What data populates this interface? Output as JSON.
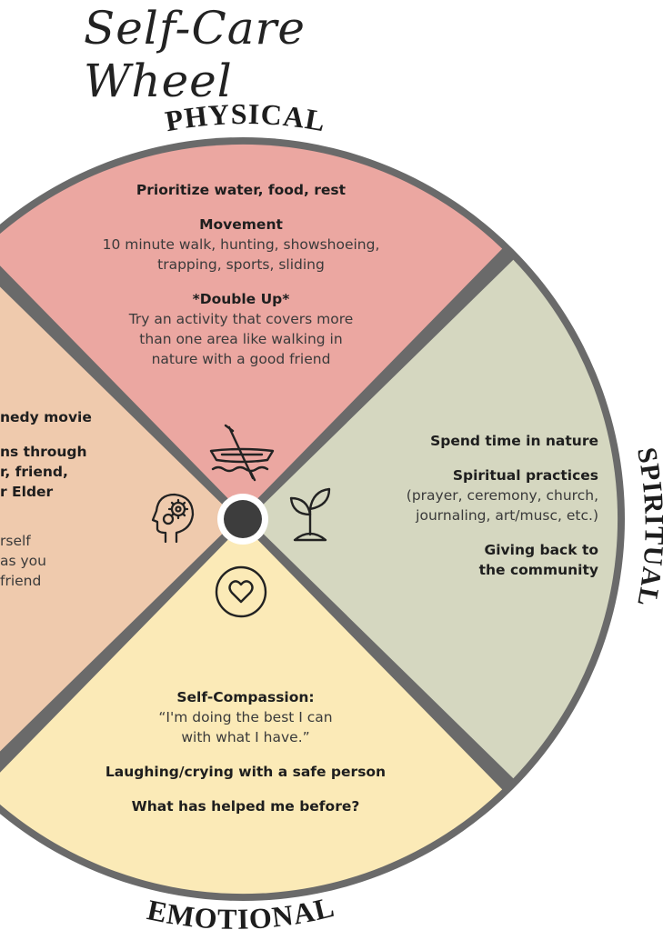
{
  "title": "Self-Care Wheel",
  "colors": {
    "physical": "#eba7a1",
    "spiritual": "#d5d7c0",
    "emotional": "#fbeab7",
    "mental": "#efcaad",
    "rim": "#6a6a6a",
    "hub": "#3d3d3d"
  },
  "labels": {
    "physical": "PHYSICAL",
    "spiritual": "SPIRITUAL",
    "emotional": "EMOTIONAL"
  },
  "physical": {
    "item1": "Prioritize water, food, rest",
    "item2_title": "Movement",
    "item2_text1": "10 minute walk, hunting, showshoeing,",
    "item2_text2": "trapping, sports, sliding",
    "item3_title": "*Double Up*",
    "item3_text1": "Try an activity that covers more",
    "item3_text2": "than one area like walking in",
    "item3_text3": "nature with a good friend",
    "icon": "canoe-paddle-icon"
  },
  "spiritual": {
    "item1": "Spend time in nature",
    "item2_title": "Spiritual practices",
    "item2_text1": "(prayer, ceremony, church,",
    "item2_text2": "journaling, art/musc, etc.)",
    "item3_line1": "Giving back to",
    "item3_line2": "the community",
    "icon": "sprout-icon"
  },
  "emotional": {
    "item1_title": "Self-Compassion:",
    "item1_text1": "“I'm doing the best I can",
    "item1_text2": "with what I have.”",
    "item2": "Laughing/crying with a safe person",
    "item3": "What has helped me before?",
    "icon": "heart-circle-icon"
  },
  "mental": {
    "item1": "nedy movie",
    "item2_line1": "ns through",
    "item2_line2": "r, friend,",
    "item2_line3": "r Elder",
    "item3_line1": "rself",
    "item3_line2": "as you",
    "item3_line3": "friend",
    "icon": "head-gears-icon"
  }
}
